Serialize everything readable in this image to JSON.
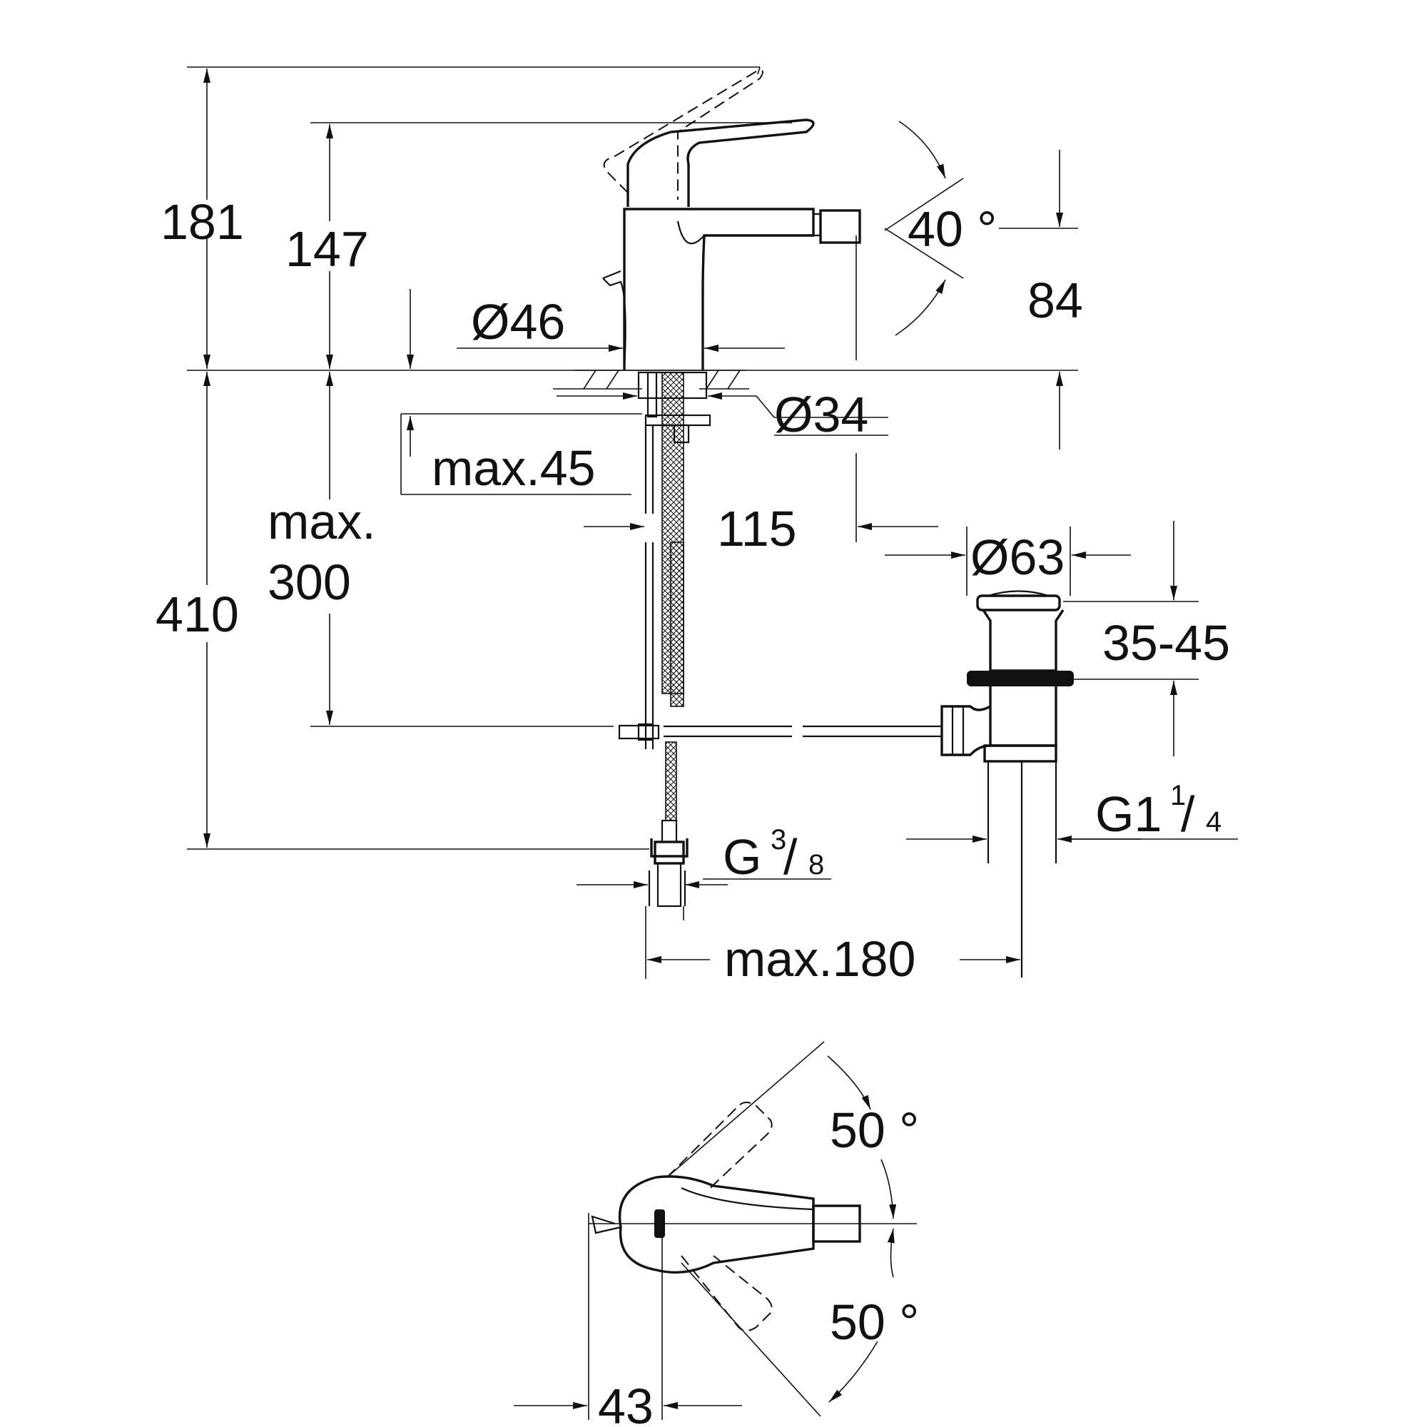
{
  "side_view": {
    "dimensions": {
      "overall_height": "181",
      "spout_height": "147",
      "outlet_height": "84",
      "angle_lever": "40 °",
      "body_diameter": "Ø46",
      "hole_diameter": "Ø34",
      "deck_thickness_label": "max.45",
      "hose_length_label_line1": "max.",
      "hose_length_label_line2": "300",
      "total_height_below": "410",
      "reach": "115",
      "waste_diameter": "Ø63",
      "waste_range": "35-45",
      "waste_thread_main": "G1",
      "waste_thread_num": "1",
      "waste_thread_den": "4",
      "supply_thread_main": "G",
      "supply_thread_num": "3",
      "supply_thread_den": "8",
      "max_distance": "max.180"
    }
  },
  "top_view": {
    "dimensions": {
      "rotation_left": "50 °",
      "rotation_right": "50 °",
      "lever_offset": "43"
    }
  }
}
